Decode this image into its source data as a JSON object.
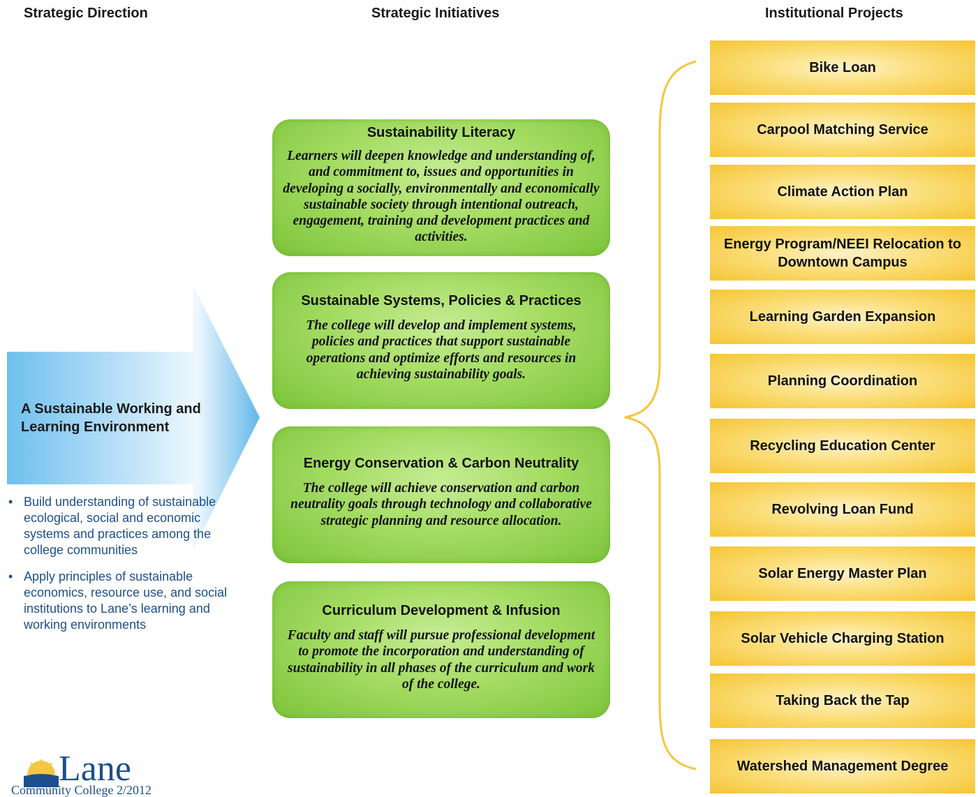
{
  "headers": {
    "direction": "Strategic Direction",
    "initiatives": "Strategic Initiatives",
    "projects": "Institutional Projects"
  },
  "direction": {
    "title": "A Sustainable Working and Learning Environment",
    "bullets": [
      "Build understanding of sustainable ecological, social and economic systems and practices among the college communities",
      "Apply principles of sustainable economics, resource use, and social institutions to Lane’s learning and working environments"
    ]
  },
  "initiatives": [
    {
      "title": "Sustainability Literacy",
      "description": "Learners will deepen knowledge and understanding of, and commitment to, issues and opportunities in developing a socially, environmentally and economically sustainable society through intentional outreach, engagement, training and development practices and activities."
    },
    {
      "title": "Sustainable Systems, Policies & Practices",
      "description": "The college will develop and implement systems, policies and practices that support sustainable operations and optimize efforts and resources in achieving sustainability goals."
    },
    {
      "title": "Energy Conservation & Carbon Neutrality",
      "description": "The college will achieve conservation and carbon neutrality goals through technology and collaborative strategic planning and resource allocation."
    },
    {
      "title": "Curriculum Development & Infusion",
      "description": "Faculty and staff will pursue professional development to promote the incorporation and understanding of sustainability in all phases of the curriculum and work of the college."
    }
  ],
  "projects": [
    "Bike Loan",
    "Carpool Matching Service",
    "Climate Action Plan",
    "Energy Program/NEEI Relocation to Downtown Campus",
    "Learning Garden Expansion",
    "Planning Coordination",
    "Recycling Education Center",
    "Revolving Loan Fund",
    "Solar Energy Master Plan",
    "Solar Vehicle Charging Station",
    "Taking Back the Tap",
    "Watershed Management Degree"
  ],
  "logo": {
    "name": "Lane",
    "subtitle": "Community College 2/2012"
  },
  "colors": {
    "arrow": "#5fb6e8",
    "initiative": "#9fd85c",
    "project": "#f8cf4a",
    "brace": "#f5c640",
    "text_blue": "#1d4f8c"
  }
}
